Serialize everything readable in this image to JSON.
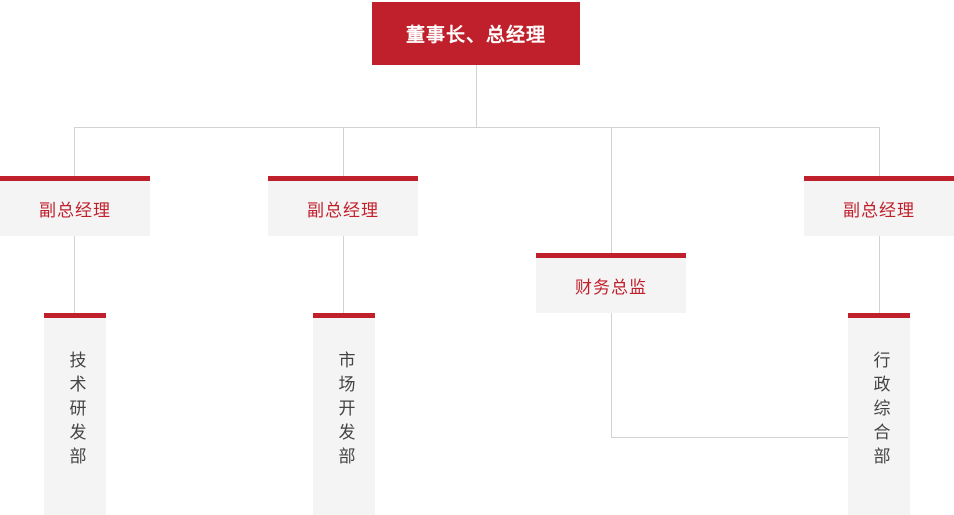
{
  "chart": {
    "type": "org-chart",
    "title": "",
    "colors": {
      "accent_red": "#c0202b",
      "node_background": "#f4f4f4",
      "connector_line": "#d2d2d2",
      "root_text": "#ffffff",
      "mid_text": "#c0202b",
      "dept_text": "#444444",
      "page_background": "#ffffff"
    },
    "nodes": {
      "root": {
        "label": "董事长、总经理",
        "level": 1
      },
      "level2": [
        {
          "label": "副总经理",
          "id": "vp-1"
        },
        {
          "label": "副总经理",
          "id": "vp-2"
        },
        {
          "label": "财务总监",
          "id": "cfo"
        },
        {
          "label": "副总经理",
          "id": "vp-3"
        }
      ],
      "level3": [
        {
          "label": "技术研发部",
          "id": "dept-rd"
        },
        {
          "label": "市场开发部",
          "id": "dept-market"
        },
        {
          "label": "行政综合部",
          "id": "dept-admin"
        }
      ]
    }
  }
}
